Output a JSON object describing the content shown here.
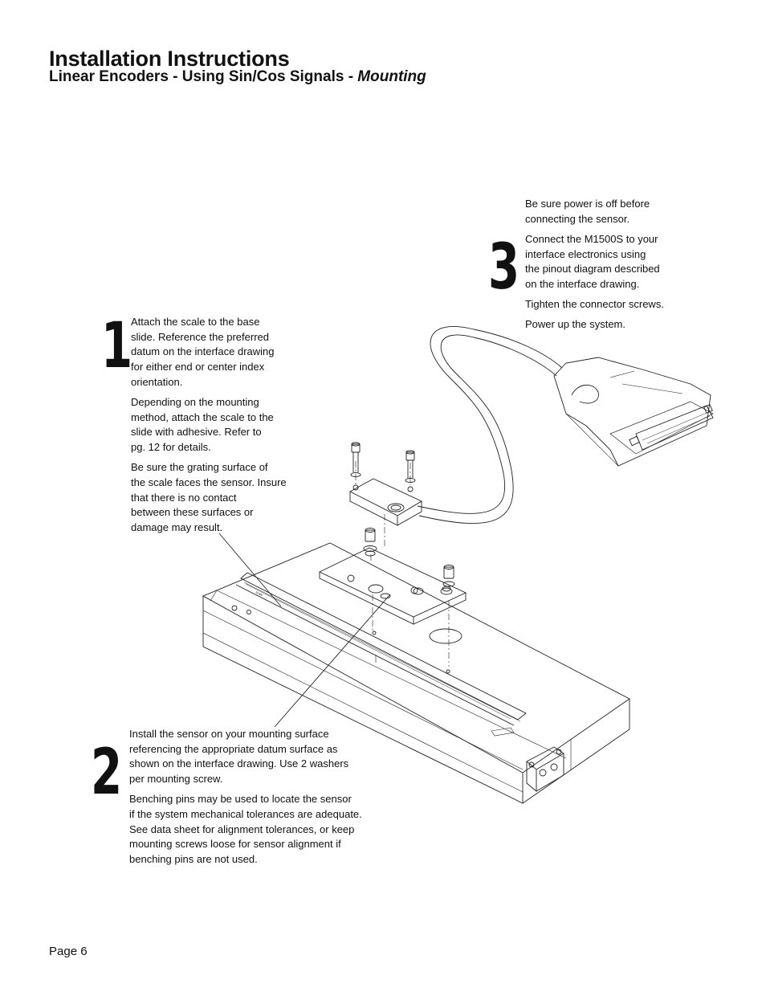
{
  "header": {
    "title": "Installation Instructions",
    "subtitle_main": "Linear Encoders - Using Sin/Cos Signals - ",
    "subtitle_emphasis": "Mounting"
  },
  "steps": [
    {
      "number": "1",
      "paragraphs": [
        "Attach the scale to the base\nslide. Reference the preferred\ndatum on the interface drawing\nfor either end or center index\norientation.",
        "Depending on the mounting\nmethod, attach the scale to the\nslide with adhesive. Refer to\n pg. 12 for details.",
        "Be sure the grating surface of\nthe scale faces the sensor. Insure\nthat there is no contact\nbetween these surfaces or\ndamage may result."
      ]
    },
    {
      "number": "2",
      "paragraphs": [
        "Install the sensor on your mounting surface\nreferencing the appropriate datum surface as\nshown on the interface drawing. Use 2 washers\nper mounting screw.",
        "Benching pins may be used to locate the sensor\nif the system mechanical tolerances are adequate.\nSee data sheet for alignment tolerances, or keep\nmounting screws loose for sensor alignment if\nbenching pins are not used."
      ]
    },
    {
      "number": "3",
      "paragraphs": [
        "Be sure power is off before\nconnecting the sensor.",
        "Connect the M1500S to your\ninterface electronics using\nthe pinout diagram described\non the interface drawing.",
        "Tighten the connector screws.",
        "Power up the system."
      ]
    }
  ],
  "footer": {
    "page_label": "Page 6"
  }
}
